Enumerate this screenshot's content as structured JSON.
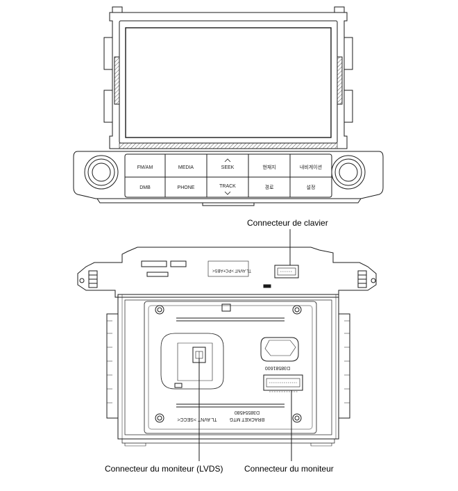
{
  "front_unit": {
    "buttons_top": [
      "FM/AM",
      "MEDIA",
      "SEEK",
      "현재지",
      "내비게이션"
    ],
    "buttons_bottom": [
      "DMB",
      "PHONE",
      "TRACK",
      "경로",
      "설정"
    ]
  },
  "rear_unit": {
    "upper_marking": "TL AVNT >PC+ABS<",
    "part_number_1": "D38581600",
    "bracket_label": "BRACKET MTG",
    "part_number_2": "D38554580",
    "lower_marking": "TL AVNT >SECC<"
  },
  "callouts": {
    "keyboard_connector": "Connecteur de clavier",
    "lvds_connector": "Connecteur du moniteur (LVDS)",
    "monitor_connector": "Connecteur du moniteur"
  },
  "colors": {
    "line": "#1a1a1a",
    "hatch": "#555555",
    "background": "#ffffff"
  }
}
